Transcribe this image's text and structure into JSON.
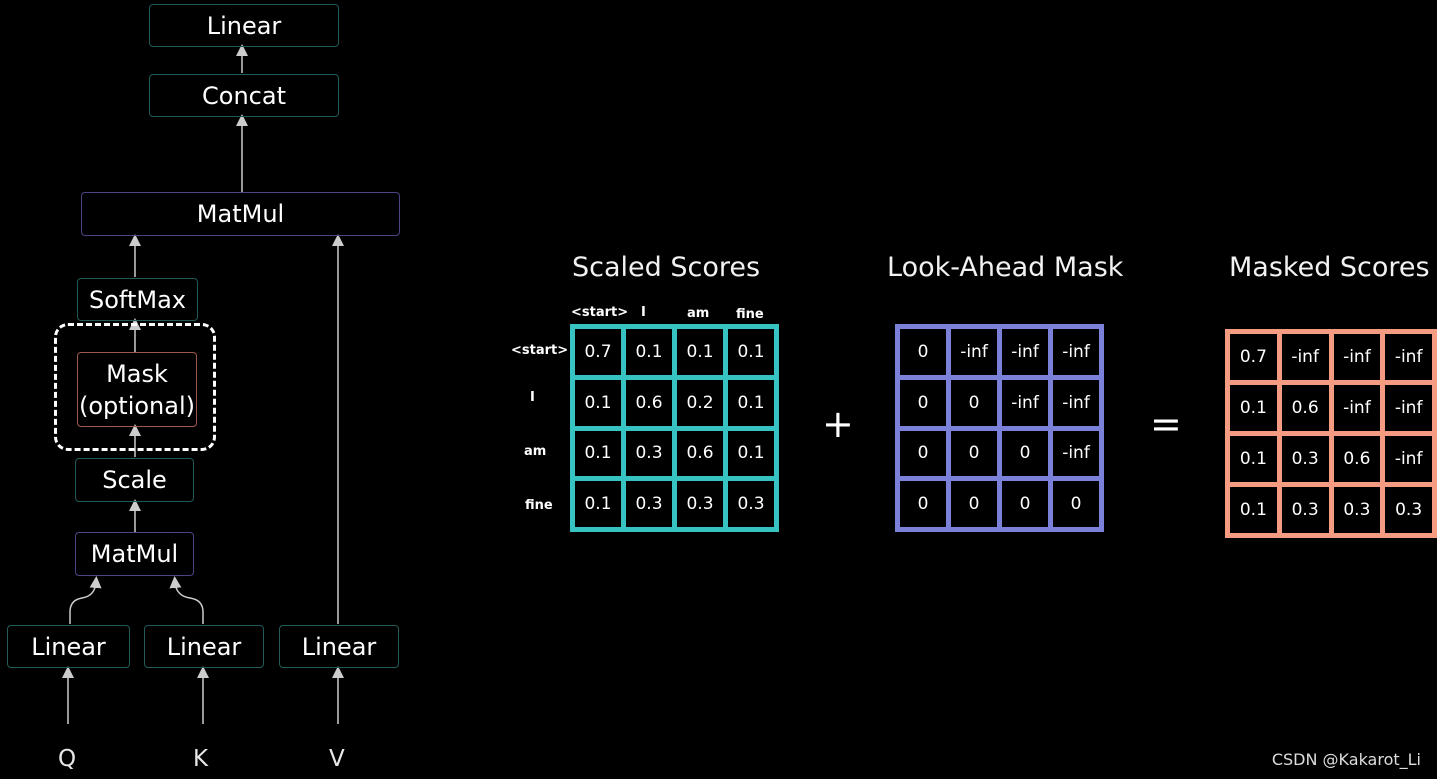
{
  "flow": {
    "linear_top": "Linear",
    "concat": "Concat",
    "matmul_top": "MatMul",
    "softmax": "SoftMax",
    "mask_line1": "Mask",
    "mask_line2": "(optional)",
    "scale": "Scale",
    "matmul_bottom": "MatMul",
    "linear_q": "Linear",
    "linear_k": "Linear",
    "linear_v": "Linear",
    "input_q": "Q",
    "input_k": "K",
    "input_v": "V"
  },
  "scaled": {
    "title": "Scaled Scores",
    "col_labels": [
      "<start>",
      "I",
      "am",
      "fine"
    ],
    "row_labels": [
      "<start>",
      "I",
      "am",
      "fine"
    ],
    "rows": [
      [
        "0.7",
        "0.1",
        "0.1",
        "0.1"
      ],
      [
        "0.1",
        "0.6",
        "0.2",
        "0.1"
      ],
      [
        "0.1",
        "0.3",
        "0.6",
        "0.1"
      ],
      [
        "0.1",
        "0.3",
        "0.3",
        "0.3"
      ]
    ],
    "color": "#36c3c1"
  },
  "mask": {
    "title": "Look-Ahead Mask",
    "rows": [
      [
        "0",
        "-inf",
        "-inf",
        "-inf"
      ],
      [
        "0",
        "0",
        "-inf",
        "-inf"
      ],
      [
        "0",
        "0",
        "0",
        "-inf"
      ],
      [
        "0",
        "0",
        "0",
        "0"
      ]
    ],
    "color": "#7b80d8"
  },
  "masked": {
    "title": "Masked Scores",
    "rows": [
      [
        "0.7",
        "-inf",
        "-inf",
        "-inf"
      ],
      [
        "0.1",
        "0.6",
        "-inf",
        "-inf"
      ],
      [
        "0.1",
        "0.3",
        "0.6",
        "-inf"
      ],
      [
        "0.1",
        "0.3",
        "0.3",
        "0.3"
      ]
    ],
    "color": "#f59b82"
  },
  "operators": {
    "plus": "+",
    "equals": "="
  },
  "credit": "CSDN @Kakarot_Li"
}
